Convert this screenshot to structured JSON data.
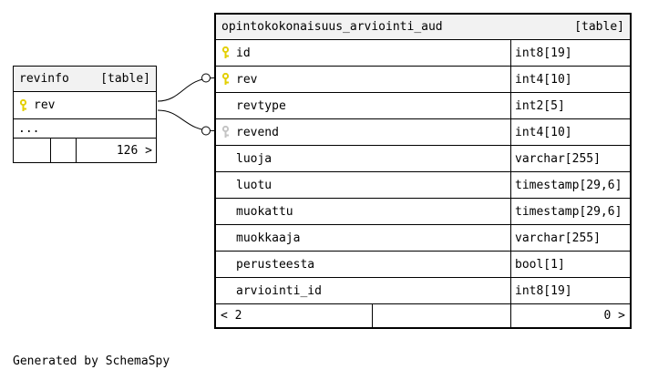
{
  "main_table": {
    "title": "opintokokonaisuus_arviointi_aud",
    "tag": "[table]",
    "columns": [
      {
        "name": "id",
        "type": "int8[19]",
        "key": "primary"
      },
      {
        "name": "rev",
        "type": "int4[10]",
        "key": "primary"
      },
      {
        "name": "revtype",
        "type": "int2[5]",
        "key": "none"
      },
      {
        "name": "revend",
        "type": "int4[10]",
        "key": "foreign"
      },
      {
        "name": "luoja",
        "type": "varchar[255]",
        "key": "none"
      },
      {
        "name": "luotu",
        "type": "timestamp[29,6]",
        "key": "none"
      },
      {
        "name": "muokattu",
        "type": "timestamp[29,6]",
        "key": "none"
      },
      {
        "name": "muokkaaja",
        "type": "varchar[255]",
        "key": "none"
      },
      {
        "name": "perusteesta",
        "type": "bool[1]",
        "key": "none"
      },
      {
        "name": "arviointi_id",
        "type": "int8[19]",
        "key": "none"
      }
    ],
    "footer": {
      "left": "< 2",
      "middle": "",
      "right": "0 >"
    }
  },
  "revinfo": {
    "title": "revinfo",
    "tag": "[table]",
    "columns": [
      {
        "name": "rev",
        "key": "primary"
      }
    ],
    "ellipsis": "...",
    "footer": {
      "left": "",
      "middle": "",
      "right": "126 >"
    }
  },
  "caption": "Generated by SchemaSpy",
  "colors": {
    "primary_key": "#e3cf00",
    "foreign_key": "#c4c4c4",
    "header_bg": "#f2f2f2",
    "border": "#000000"
  }
}
